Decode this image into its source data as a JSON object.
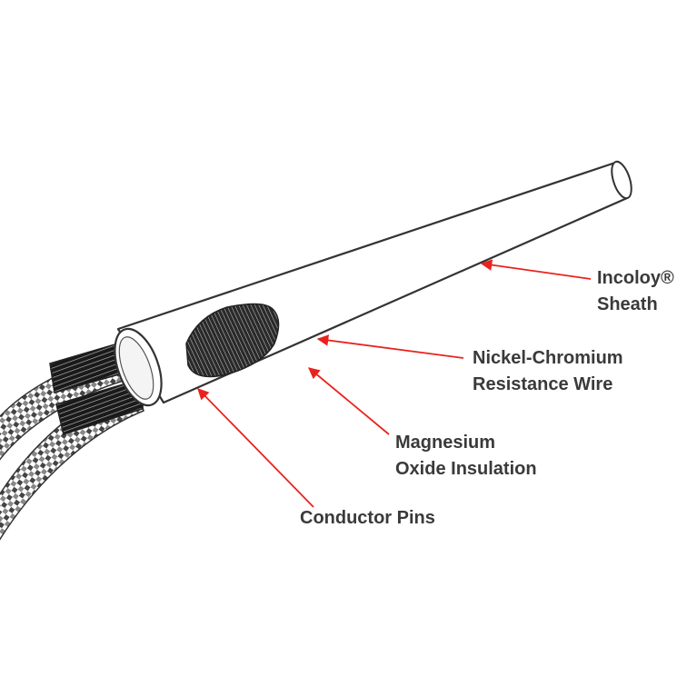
{
  "labels": {
    "sheath": {
      "line1": "Incoloy®",
      "line2": "Sheath"
    },
    "resistance_wire": {
      "line1": "Nickel-Chromium",
      "line2": "Resistance Wire"
    },
    "insulation": {
      "line1": "Magnesium",
      "line2": "Oxide Insulation"
    },
    "pins": {
      "line1": "Conductor Pins"
    }
  },
  "colors": {
    "arrow": "#e8231e",
    "outline": "#333333",
    "text": "#3a3a3a",
    "background": "#ffffff"
  }
}
